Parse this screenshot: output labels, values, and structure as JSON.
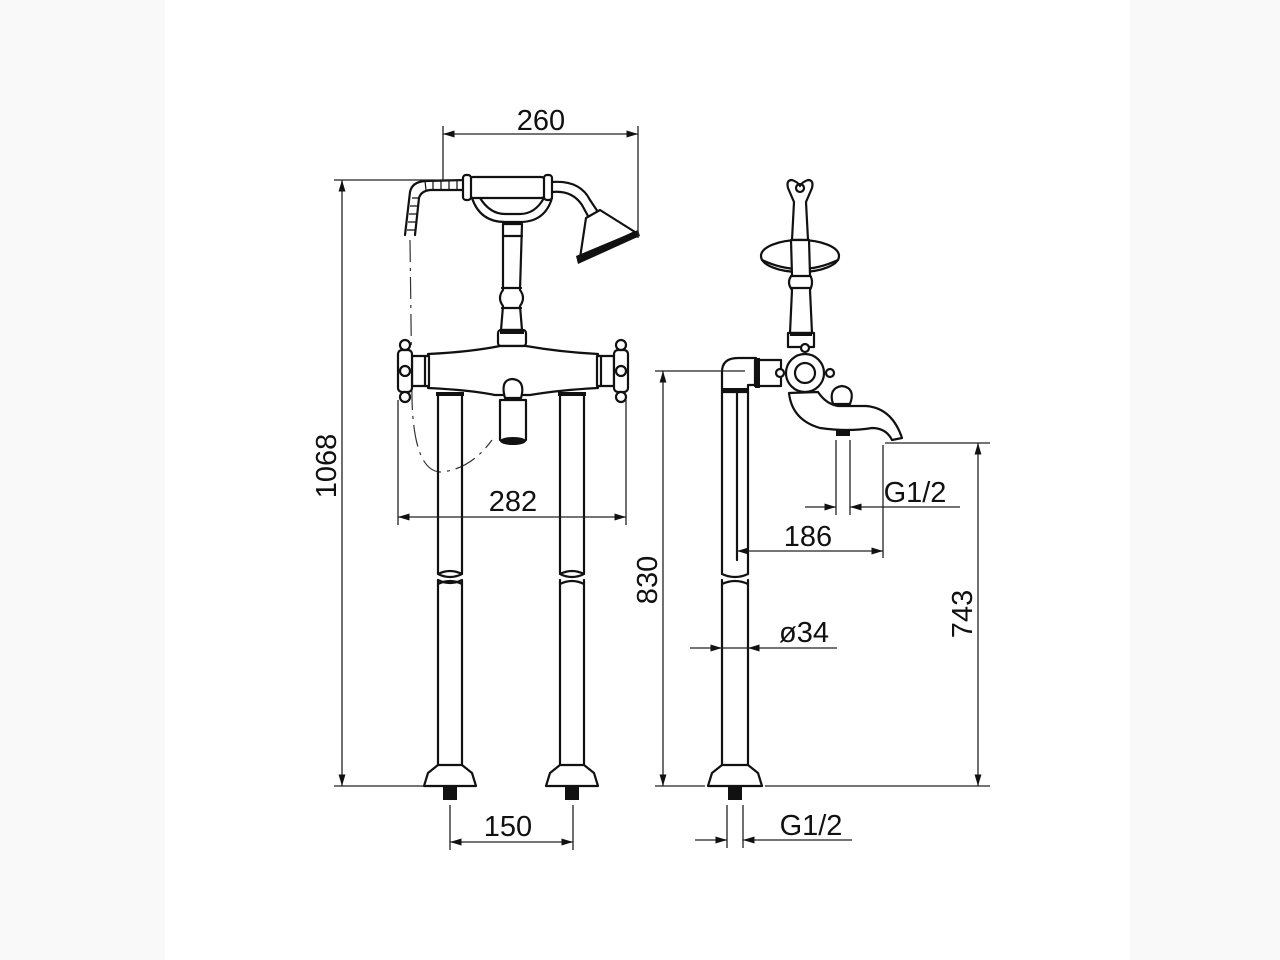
{
  "drawing": {
    "front_view": {
      "dimensions": {
        "shower_reach": "260",
        "total_height": "1068",
        "handle_span": "282",
        "leg_spacing": "150"
      }
    },
    "side_view": {
      "dimensions": {
        "body_height": "830",
        "spout_projection": "186",
        "spout_height": "743",
        "leg_diameter": "ø34",
        "spout_thread": "G1/2",
        "inlet_thread": "G1/2"
      }
    }
  }
}
